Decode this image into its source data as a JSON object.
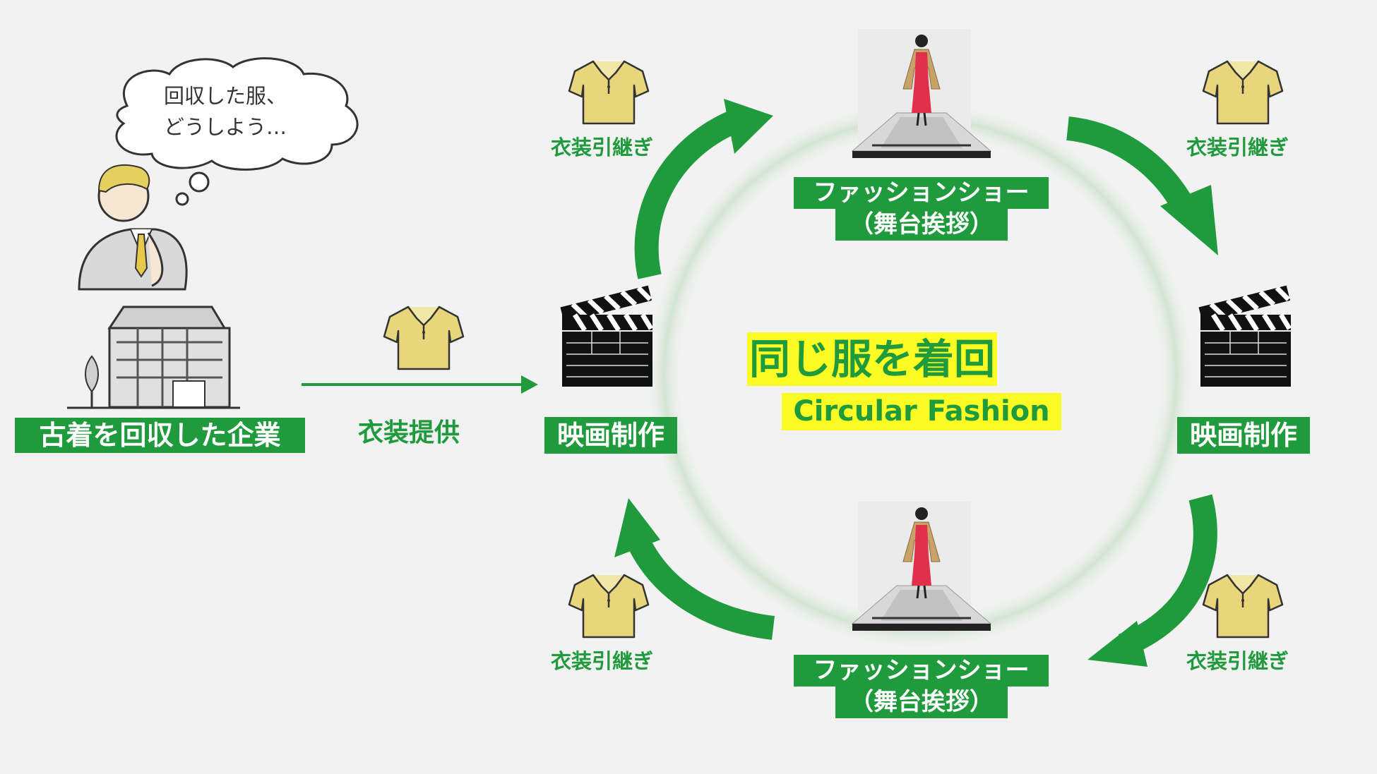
{
  "colors": {
    "green": "#1f9a3c",
    "yellow_highlight": "#fdfb24",
    "shirt": "#e9d67c",
    "background": "#f2f2f2"
  },
  "company": {
    "label": "古着を回収した企業",
    "thought_line1": "回収した服、",
    "thought_line2": "どうしよう…"
  },
  "provide": {
    "label": "衣装提供"
  },
  "center": {
    "title": "同じ服を着回す",
    "subtitle": "Circular Fashion"
  },
  "nodes": {
    "movie_left": {
      "label": "映画制作"
    },
    "movie_right": {
      "label": "映画制作"
    },
    "fashion_top": {
      "line1": "ファッションショー",
      "line2": "（舞台挨拶）"
    },
    "fashion_bottom": {
      "line1": "ファッションショー",
      "line2": "（舞台挨拶）"
    }
  },
  "handoffs": {
    "top_left": "衣装引継ぎ",
    "top_right": "衣装引継ぎ",
    "bottom_left": "衣装引継ぎ",
    "bottom_right": "衣装引継ぎ"
  },
  "icons": [
    "thought-bubble-icon",
    "businessman-icon",
    "building-icon",
    "shirt-icon",
    "clapperboard-icon",
    "runway-model-icon",
    "cycle-arrow-icon"
  ]
}
